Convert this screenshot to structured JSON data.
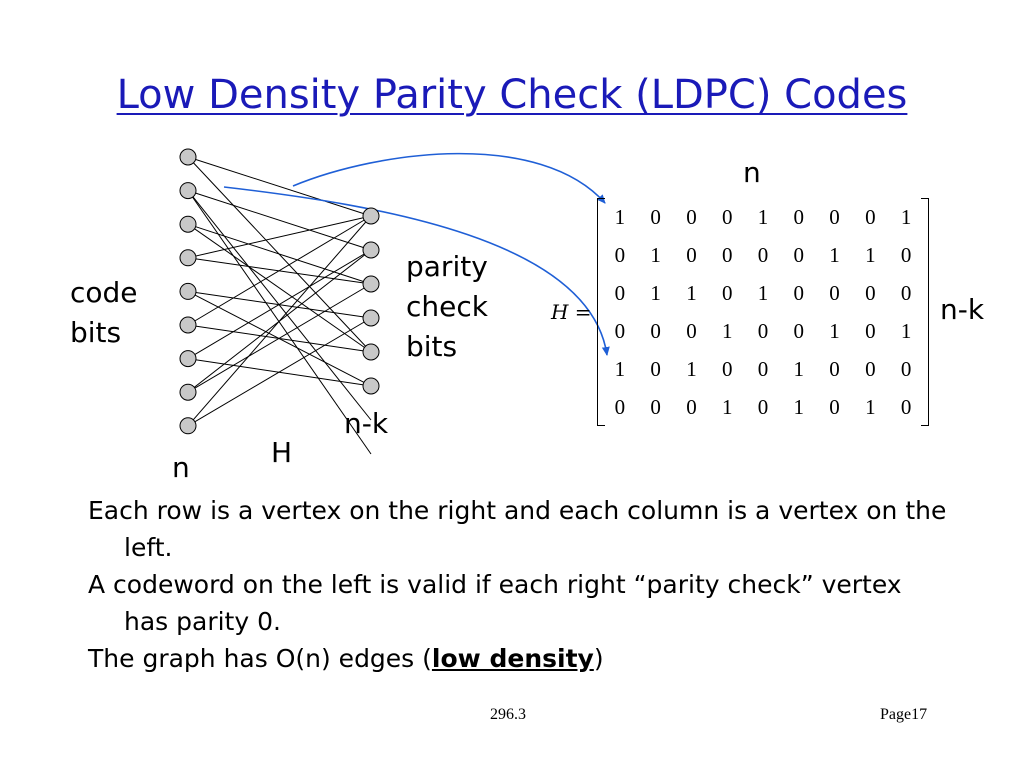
{
  "title": "Low Density Parity Check (LDPC) Codes",
  "graph": {
    "left_label": [
      "code",
      "bits"
    ],
    "right_label": [
      "parity",
      "check",
      "bits"
    ],
    "left_count_label": "n",
    "right_count_label": "n-k",
    "graph_label": "H",
    "left_node_count": 9,
    "right_node_count": 6,
    "edges": [
      [
        0,
        0
      ],
      [
        0,
        4
      ],
      [
        1,
        1
      ],
      [
        1,
        6
      ],
      [
        1,
        7
      ],
      [
        2,
        2
      ],
      [
        2,
        4
      ],
      [
        3,
        0
      ],
      [
        3,
        2
      ],
      [
        4,
        3
      ],
      [
        4,
        5
      ],
      [
        5,
        0
      ],
      [
        5,
        4
      ],
      [
        6,
        1
      ],
      [
        6,
        5
      ],
      [
        7,
        2
      ],
      [
        7,
        1
      ],
      [
        8,
        0
      ],
      [
        8,
        3
      ]
    ],
    "node_color": "#c8c8c8",
    "arrow_color": "#1f5fd6"
  },
  "matrix": {
    "symbol": "H =",
    "column_label": "n",
    "row_label": "n-k",
    "rows": [
      [
        "1",
        "0",
        "0",
        "0",
        "1",
        "0",
        "0",
        "0",
        "1"
      ],
      [
        "0",
        "1",
        "0",
        "0",
        "0",
        "0",
        "1",
        "1",
        "0"
      ],
      [
        "0",
        "1",
        "1",
        "0",
        "1",
        "0",
        "0",
        "0",
        "0"
      ],
      [
        "0",
        "0",
        "0",
        "1",
        "0",
        "0",
        "1",
        "0",
        "1"
      ],
      [
        "1",
        "0",
        "1",
        "0",
        "0",
        "1",
        "0",
        "0",
        "0"
      ],
      [
        "0",
        "0",
        "0",
        "1",
        "0",
        "1",
        "0",
        "1",
        "0"
      ]
    ]
  },
  "bullets": [
    {
      "text": "Each row is a vertex on the right and each column is a vertex on the left."
    },
    {
      "text": "A codeword on the left is valid if each right “parity check” vertex has parity 0."
    },
    {
      "text_before": "The graph has O(n) edges (",
      "emphasis": "low density",
      "text_after": ")"
    }
  ],
  "footer": {
    "center": "296.3",
    "right": "Page17"
  },
  "colors": {
    "title": "#1a1ab8",
    "background": "#ffffff"
  }
}
